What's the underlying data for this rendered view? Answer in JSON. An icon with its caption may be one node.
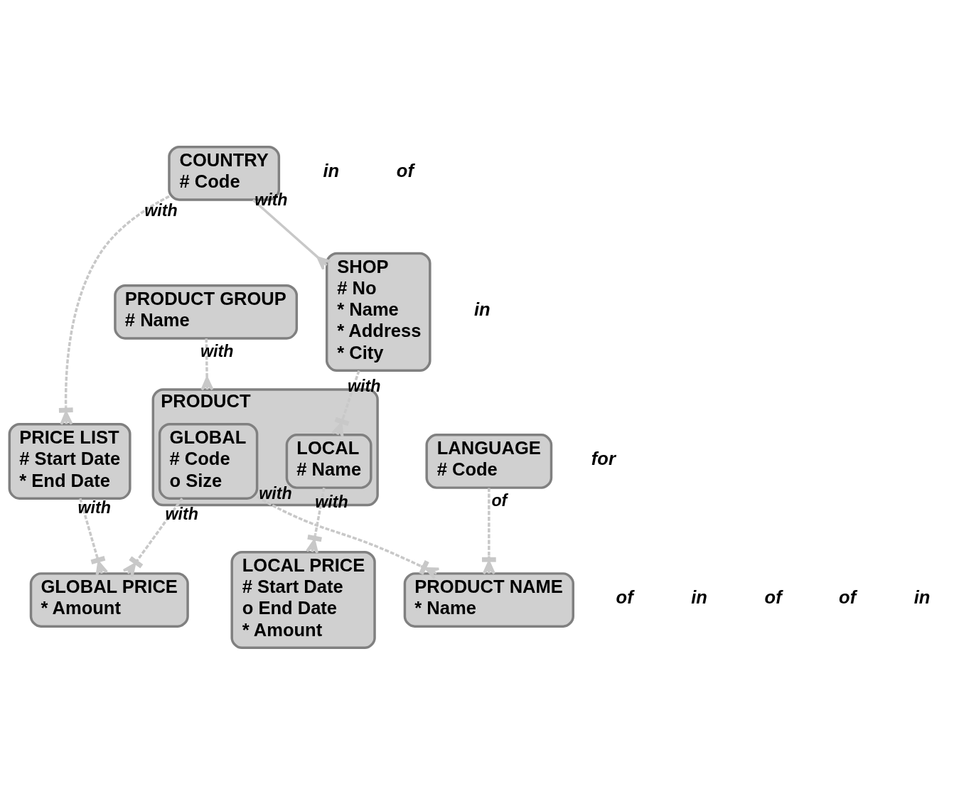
{
  "diagram": {
    "nodes": [
      {
        "text": [
          "COUNTRY",
          "# Code"
        ]
      },
      {
        "text": [
          "PRODUCT GROUP",
          "# Name"
        ]
      },
      {
        "text": [
          "SHOP",
          "# No",
          "* Name",
          "* Address",
          "* City"
        ]
      },
      {
        "text": [
          "PRODUCT"
        ]
      },
      {
        "text": [
          "GLOBAL",
          "# Code",
          "o Size"
        ],
        "in": 3
      },
      {
        "text": [
          "LOCAL",
          "# Name"
        ],
        "in": 3
      },
      {
        "text": [
          "PRICE LIST",
          "# Start Date",
          "* End Date"
        ]
      },
      {
        "text": [
          "LOCAL PRICE",
          "# Start Date",
          "o End Date",
          "* Amount"
        ]
      },
      {
        "text": [
          "LANGUAGE",
          "# Code"
        ]
      },
      {
        "text": [
          "GLOBAL PRICE",
          "* Amount"
        ]
      },
      {
        "text": [
          "PRODUCT NAME",
          "* Name"
        ]
      }
    ],
    "edges": [
      {
        "from": 0,
        "to": 6,
        "arrow": "other",
        "label": "with",
        "style": "dashed"
      },
      {
        "from": 0,
        "to": 2,
        "arrow": "other",
        "label": "with"
      },
      {
        "from": 1,
        "to": 3,
        "arrow": "other",
        "label": "with",
        "style": "dashed"
      },
      {
        "from": 2,
        "to": 5,
        "arrow": "other",
        "label": "with",
        "style": "dashed"
      },
      {
        "from": 5,
        "to": 7,
        "arrow": "other",
        "label": "with",
        "style": "dashed"
      },
      {
        "from": 6,
        "to": 9,
        "arrow": "other",
        "label": "with",
        "style": "dashed"
      },
      {
        "from": 4,
        "to": 9,
        "arrow": "other",
        "label": "with",
        "style": "dashed"
      },
      {
        "from": 4,
        "to": 10,
        "arrow": "other",
        "label": "with",
        "style": "dashed"
      },
      {
        "from": 8,
        "to": 10,
        "arrow": "other",
        "label": "of",
        "style": "dashed"
      }
    ],
    "labels": [
      "for",
      "in",
      "in",
      "of",
      "of",
      "in",
      "of",
      "of",
      "in"
    ]
  }
}
